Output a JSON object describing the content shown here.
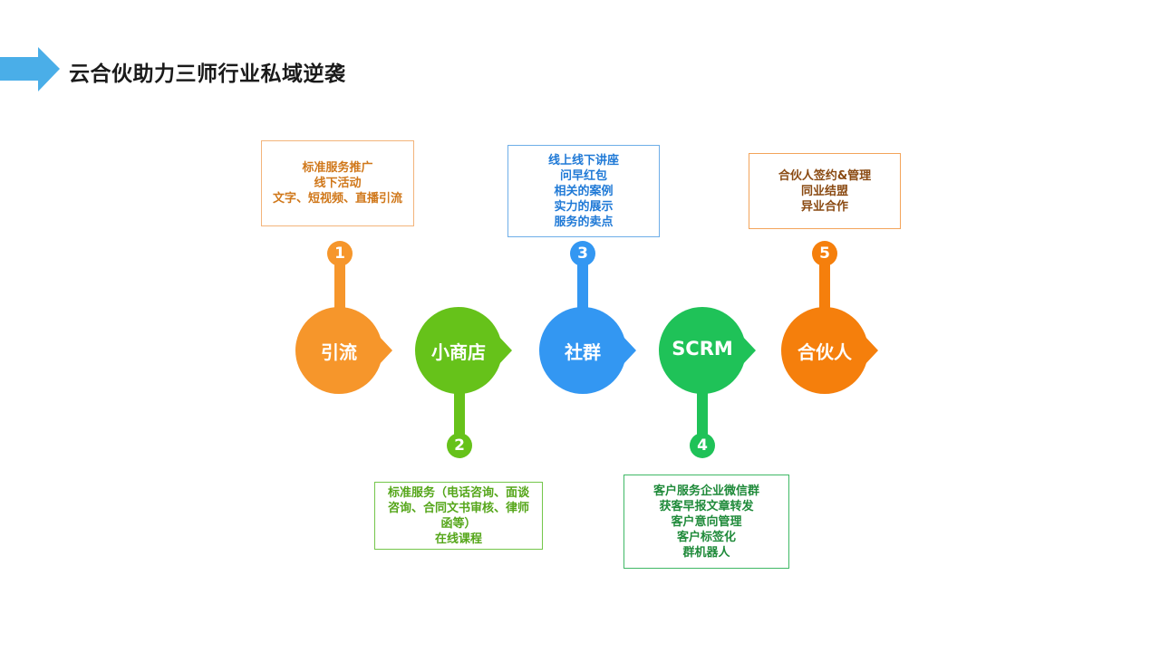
{
  "page": {
    "title": "云合伙助力三师行业私域逆袭"
  },
  "colors": {
    "orange": "#f6962b",
    "green": "#66c21a",
    "blue": "#3397f2",
    "teal_green": "#1fc258",
    "deep_orange": "#f57f0c",
    "header_arrow": "#4aaee8"
  },
  "steps": [
    {
      "number": "1",
      "label": "引流",
      "color": "#f6962b",
      "box_text_color": "#d0781b",
      "box_border": "#f3b47a",
      "lines": [
        "标准服务推广",
        "线下活动",
        "文字、短视频、直播引流"
      ]
    },
    {
      "number": "2",
      "label": "小商店",
      "color": "#66c21a",
      "box_text_color": "#55a61a",
      "box_border": "#74c64a",
      "lines": [
        "标准服务（电话咨询、面谈",
        "咨询、合同文书审核、律师",
        "函等）",
        "在线课程"
      ]
    },
    {
      "number": "3",
      "label": "社群",
      "color": "#3397f2",
      "box_text_color": "#1f79d6",
      "box_border": "#6eaee8",
      "lines": [
        "线上线下讲座",
        "问早红包",
        "相关的案例",
        "实力的展示",
        "服务的卖点"
      ]
    },
    {
      "number": "4",
      "label": "SCRM",
      "color": "#1fc258",
      "box_text_color": "#1f8a3a",
      "box_border": "#3fb865",
      "lines": [
        "客户服务企业微信群",
        "获客早报文章转发",
        "客户意向管理",
        "客户标签化",
        "群机器人"
      ]
    },
    {
      "number": "5",
      "label": "合伙人",
      "color": "#f57f0c",
      "box_text_color": "#8a4a12",
      "box_border": "#f3a45a",
      "lines": [
        "合伙人签约&管理",
        "同业结盟",
        "异业合作"
      ]
    }
  ]
}
